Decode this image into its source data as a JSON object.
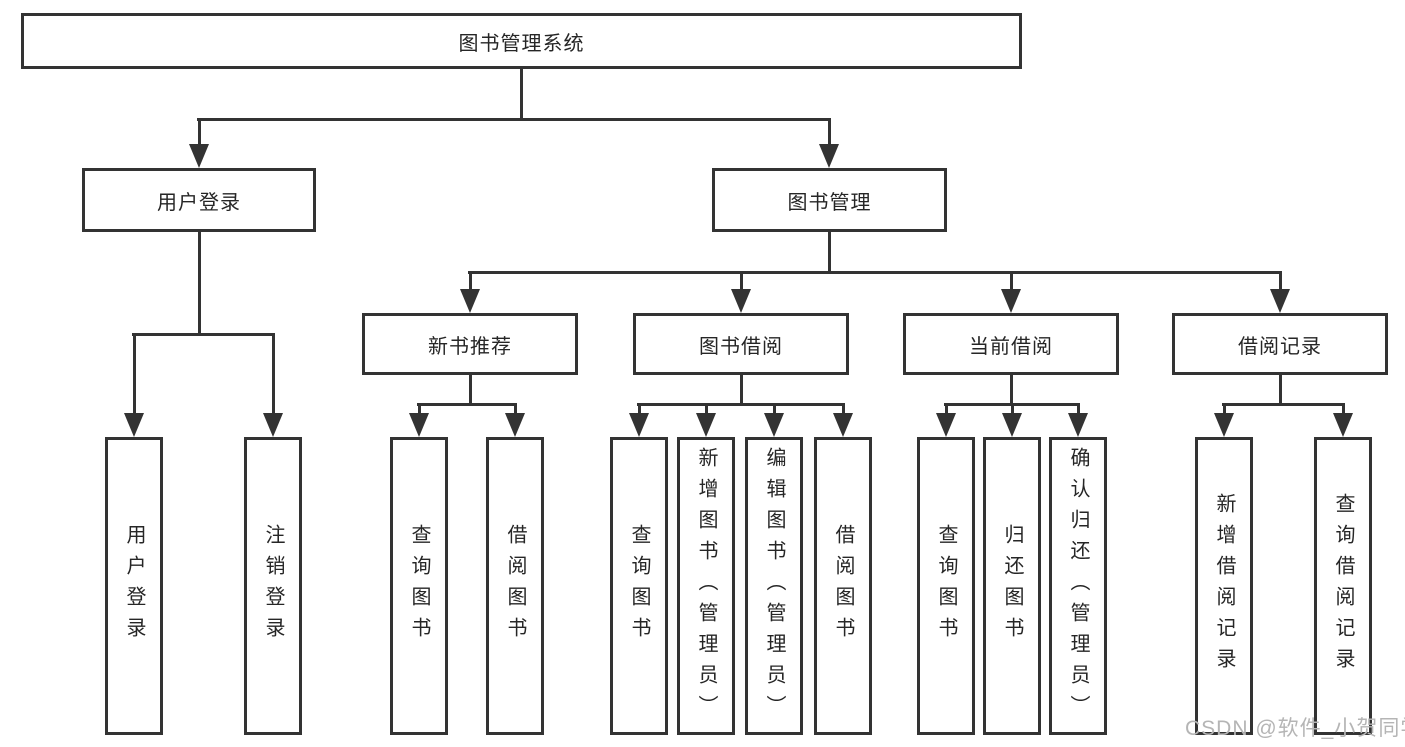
{
  "diagram_type": "functional-structure-tree",
  "colors": {
    "line": "#333333",
    "text": "#262626",
    "background": "#ffffff",
    "watermark": "#b5b5b5"
  },
  "watermark": {
    "text": "CSDN @软件_小贺同学"
  },
  "tree": {
    "label": "图书管理系统",
    "children": [
      {
        "label": "用户登录",
        "children": [
          {
            "label": "用户登录"
          },
          {
            "label": "注销登录"
          }
        ]
      },
      {
        "label": "图书管理",
        "children": [
          {
            "label": "新书推荐",
            "children": [
              {
                "label": "查询图书"
              },
              {
                "label": "借阅图书"
              }
            ]
          },
          {
            "label": "图书借阅",
            "children": [
              {
                "label": "查询图书"
              },
              {
                "label": "新增图书（管理员）"
              },
              {
                "label": "编辑图书（管理员）"
              },
              {
                "label": "借阅图书"
              }
            ]
          },
          {
            "label": "当前借阅",
            "children": [
              {
                "label": "查询图书"
              },
              {
                "label": "归还图书"
              },
              {
                "label": "确认归还（管理员）"
              }
            ]
          },
          {
            "label": "借阅记录",
            "children": [
              {
                "label": "新增借阅记录"
              },
              {
                "label": "查询借阅记录"
              }
            ]
          }
        ]
      }
    ]
  }
}
